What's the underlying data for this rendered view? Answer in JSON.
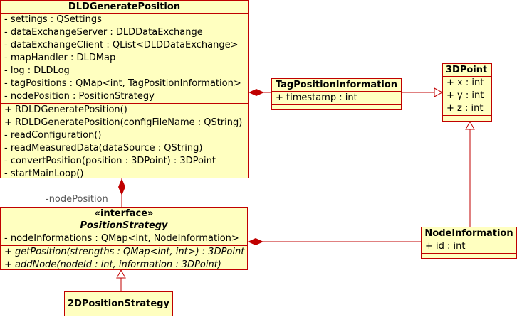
{
  "classes": {
    "dld": {
      "name": "DLDGeneratePosition",
      "attributes": [
        "- settings : QSettings",
        "- dataExchangeServer : DLDDataExchange",
        "- dataExchangeClient : QList<DLDDataExchange>",
        "- mapHandler : DLDMap",
        "- log : DLDLog",
        "- tagPositions : QMap<int, TagPositionInformation>",
        "- nodePosition : PositionStrategy"
      ],
      "operations": [
        "+ RDLDGeneratePosition()",
        "+ RDLDGeneratePosition(configFileName : QString)",
        "- readConfiguration()",
        "- readMeasuredData(dataSource : QString)",
        "- convertPosition(position : 3DPoint) : 3DPoint",
        "- startMainLoop()"
      ]
    },
    "tag": {
      "name": "TagPositionInformation",
      "attributes": [
        "+ timestamp : int"
      ]
    },
    "point": {
      "name": "3DPoint",
      "attributes": [
        "+ x : int",
        "+ y : int",
        "+ z : int"
      ]
    },
    "strategy": {
      "stereotype": "«interface»",
      "name": "PositionStrategy",
      "attributes": [
        "- nodeInformations : QMap<int, NodeInformation>"
      ],
      "operations": [
        "+ getPosition(strengths : QMap<int, int>) : 3DPoint",
        "+ addNode(nodeId : int, information : 3DPoint)"
      ]
    },
    "node": {
      "name": "NodeInformation",
      "attributes": [
        "+ id : int"
      ]
    },
    "strategy2d": {
      "name": "2DPositionStrategy"
    }
  },
  "labels": {
    "node_position_role": "-nodePosition"
  },
  "colors": {
    "box_fill": "#ffffc0",
    "border": "#c00000"
  }
}
